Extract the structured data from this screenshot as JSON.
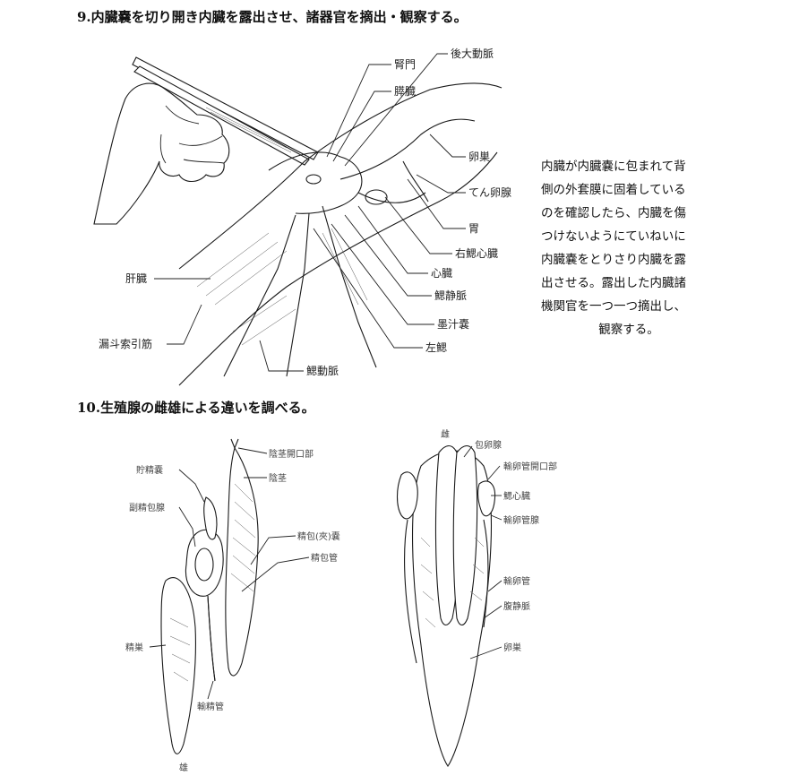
{
  "section9": {
    "heading": "9.内臓嚢を切り開き内臓を露出させ、諸器官を摘出・観察する。",
    "labels": {
      "kidney_pore": "腎門",
      "pancreas": "膵臓",
      "posterior_aorta": "後大動脈",
      "ovary": "卵巣",
      "nidamental_gland": "てん卵腺",
      "stomach": "胃",
      "branchial_heart": "右鰓心臓",
      "heart": "心臓",
      "branchial_vein": "鰓静脈",
      "ink_sac": "墨汁嚢",
      "left_gill": "左鰓",
      "branchial_artery": "鰓動脈",
      "liver": "肝臓",
      "funnel_retractor": "漏斗索引筋"
    },
    "note_lines": [
      "内臓が内臓嚢に包まれて背",
      "側の外套膜に固着している",
      "のを確認したら、内臓を傷",
      "つけないようにていねいに",
      "内臓嚢をとりさり内臓を露",
      "出させる。露出した内臓諸",
      "機関官を一つ一つ摘出し、",
      "観察する。"
    ]
  },
  "section10": {
    "heading": "10.生殖腺の雌雄による違いを調べる。",
    "male": {
      "caption": "雄",
      "labels": {
        "seminal_vesicle": "貯精嚢",
        "accessory_gland": "副精包腺",
        "testis": "精巣",
        "vas_deferens": "輸精管",
        "penis_opening": "陰茎開口部",
        "penis": "陰茎",
        "spermatophore_sac": "精包(夾)嚢",
        "spermatophore_duct": "精包管"
      }
    },
    "female": {
      "caption": "雌",
      "labels": {
        "nidamental_gland": "包卵腺",
        "oviduct_opening": "輸卵管開口部",
        "branchial_heart": "鰓心臓",
        "oviducal_gland": "輸卵管腺",
        "oviduct": "輸卵管",
        "ventral_vein": "腹静脈",
        "ovary": "卵巣"
      }
    }
  }
}
